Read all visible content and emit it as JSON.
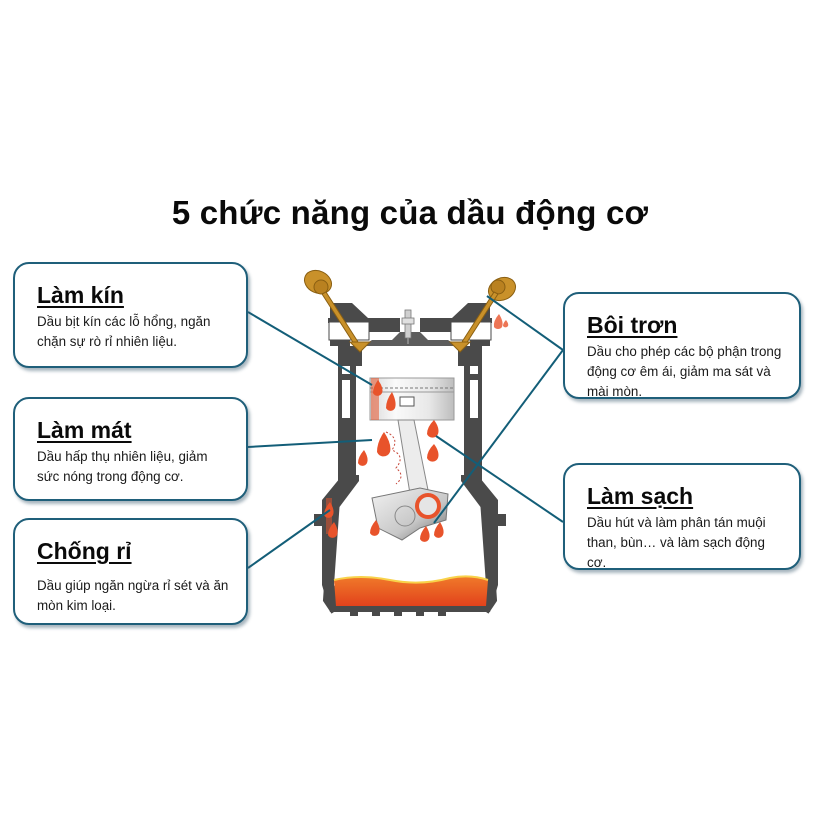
{
  "title": "5 chức năng của dầu động cơ",
  "functions": {
    "lam_kin": {
      "heading": "Làm kín",
      "description": "Dầu bịt kín các lỗ hổng, ngăn chặn sự rò rỉ nhiên liệu."
    },
    "lam_mat": {
      "heading": "Làm mát",
      "description": "Dầu hấp thụ nhiên liệu, giảm sức nóng trong động cơ."
    },
    "chong_ri": {
      "heading": "Chống rỉ",
      "description": "Dầu giúp ngăn ngừa rỉ sét và ăn mòn kim loại."
    },
    "boi_tron": {
      "heading": "Bôi trơn",
      "description": "Dầu cho phép các bộ phận trong động cơ êm ái, giảm ma sát và mài mòn."
    },
    "lam_sach": {
      "heading": "Làm sạch",
      "description": "Dầu hút và làm phân tán muội than, bùn… và làm sạch động cơ."
    }
  },
  "colors": {
    "box_border": "#1f5f7a",
    "leader_line": "#135e78",
    "engine_wall": "#4a4a4a",
    "oil": "#e8532b",
    "valve": "#c9912a"
  }
}
